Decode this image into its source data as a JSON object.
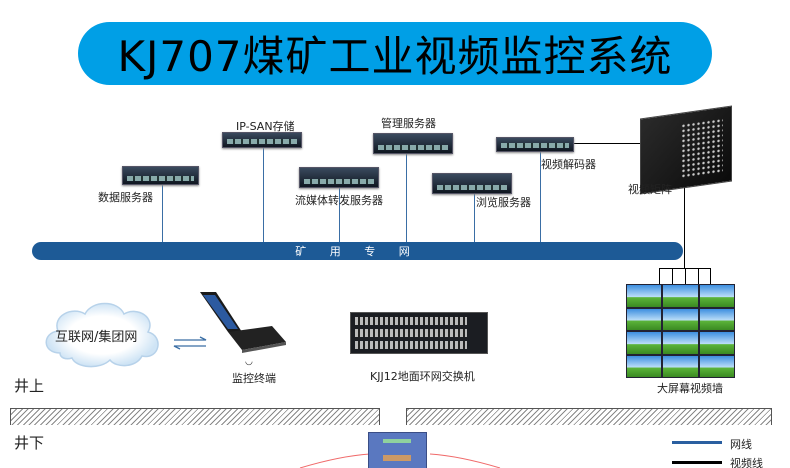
{
  "title": "KJ707煤矿工业视频监控系统",
  "bus_label": "矿 用 专 网",
  "devices": {
    "data_server": "数据服务器",
    "ip_san": "IP-SAN存储",
    "stream_server": "流媒体转发服务器",
    "mgmt_server": "管理服务器",
    "browse_server": "浏览服务器",
    "decoder": "视频解码器",
    "matrix": "视频矩阵",
    "video_wall": "大屏幕视频墙",
    "cloud": "互联网/集团网",
    "terminal": "监控终端",
    "switch": "KJJ12地面环网交换机"
  },
  "zones": {
    "above": "井上",
    "below": "井下"
  },
  "legend": {
    "items": [
      {
        "label": "网线",
        "color": "#2a5fa0"
      },
      {
        "label": "视频线",
        "color": "#000000"
      }
    ]
  }
}
